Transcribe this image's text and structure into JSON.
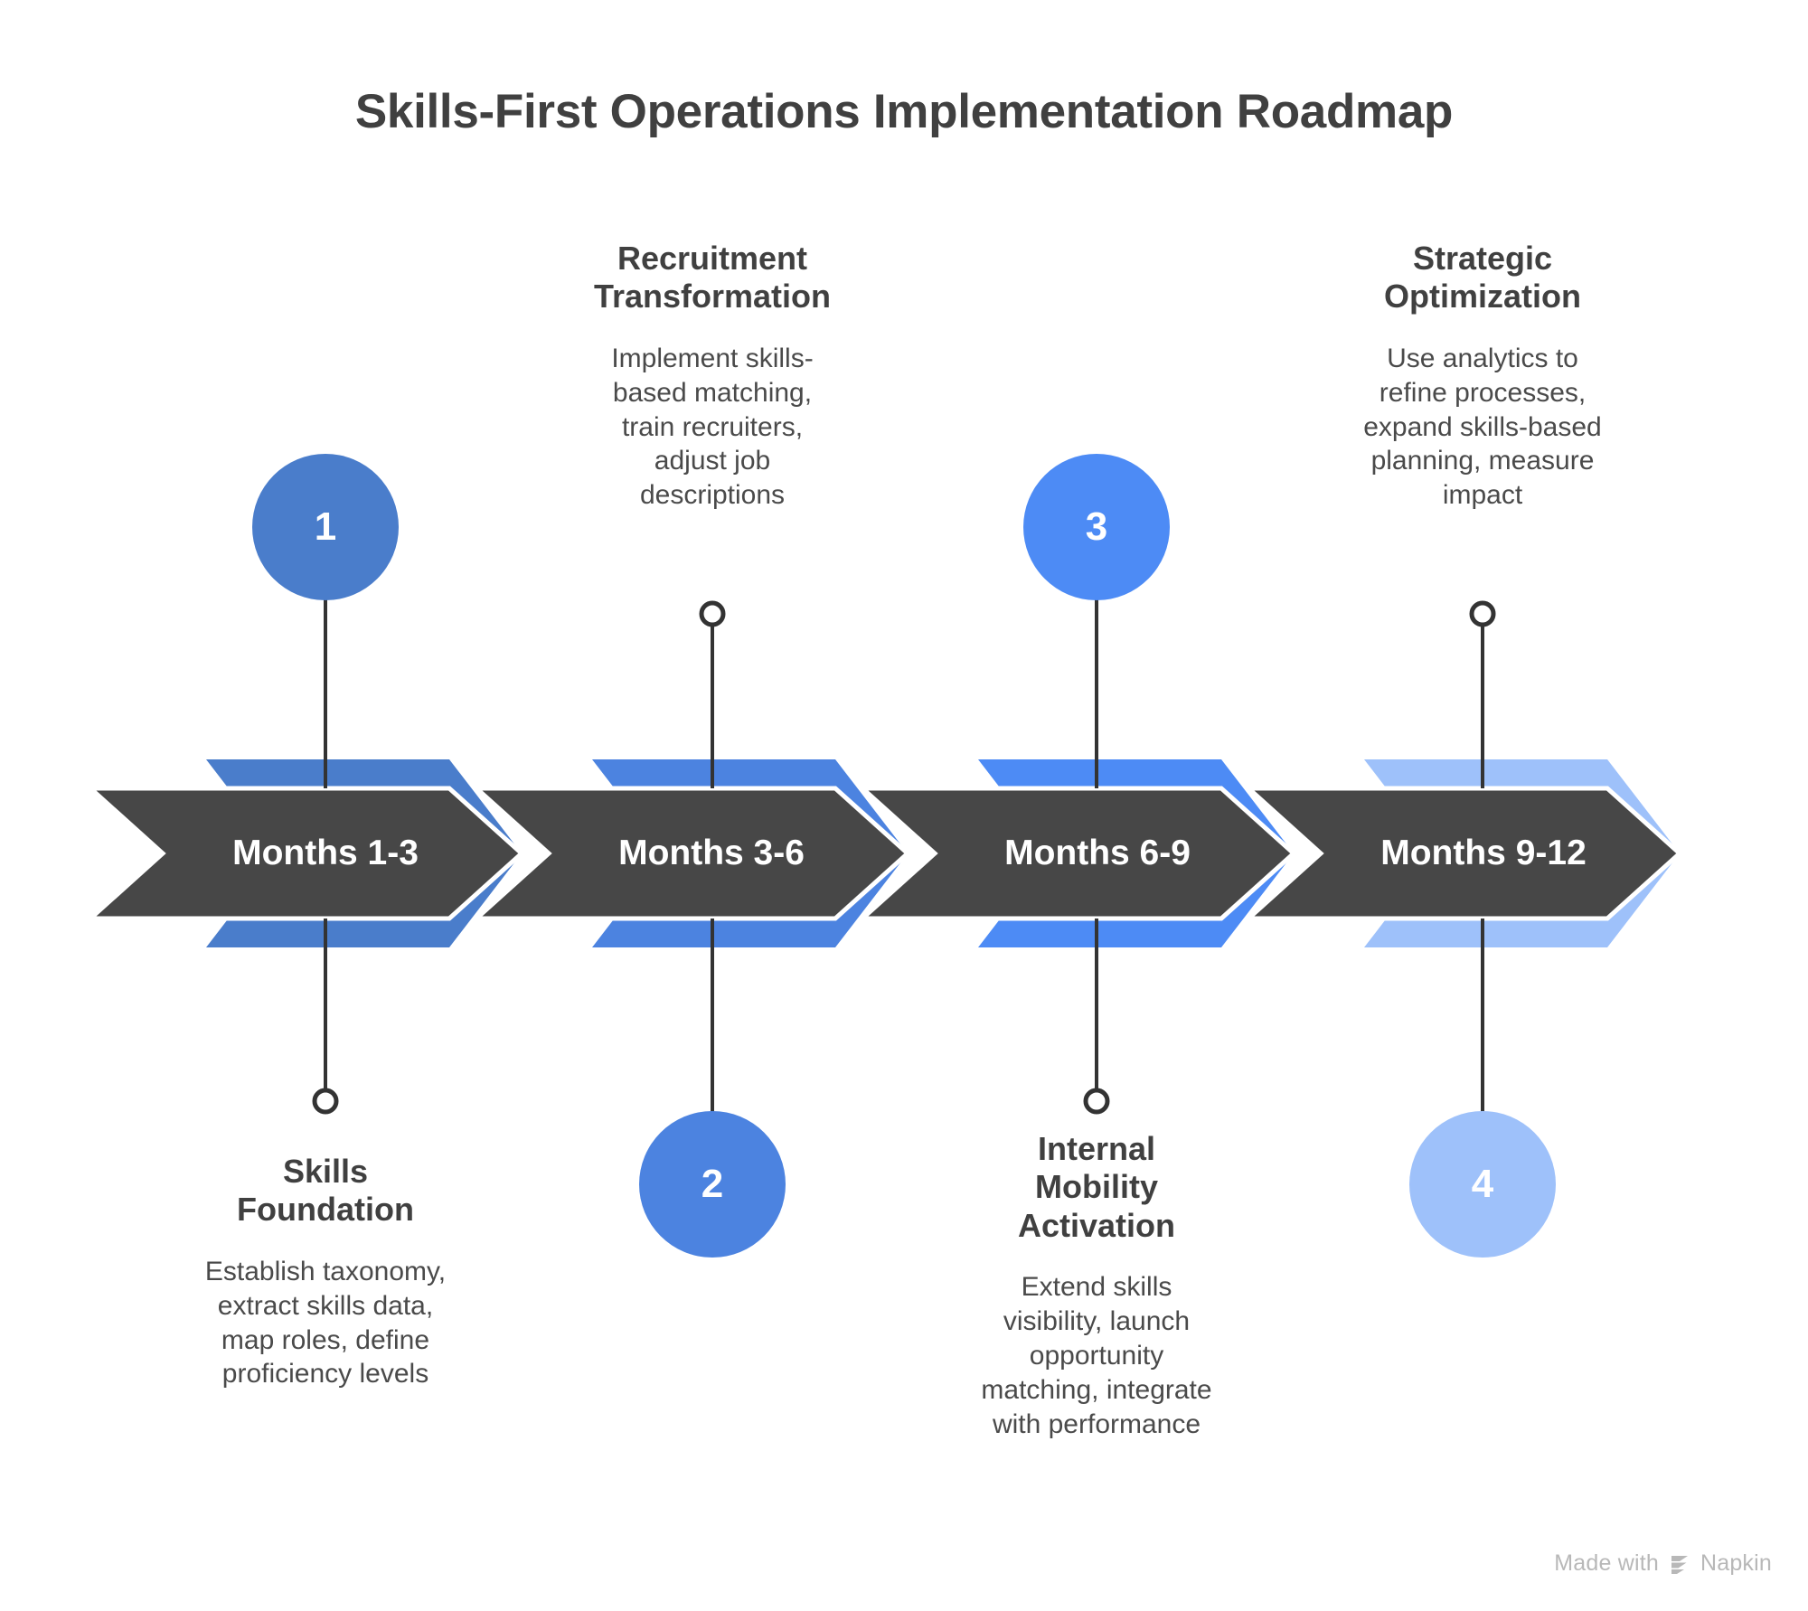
{
  "title": "Skills-First Operations Implementation Roadmap",
  "watermark": {
    "prefix": "Made with",
    "brand": "Napkin",
    "logo_icon": "napkin-logo-icon"
  },
  "colors": {
    "background": "#ffffff",
    "chevron_body": "#474747",
    "chevron_outline": "#ffffff",
    "text_dark": "#404040",
    "text_body": "#4a4a4a",
    "text_on_chevron": "#ffffff",
    "connector_line": "#333333",
    "watermark": "#b8b8b8",
    "stage_blues": [
      "#4a7dcb",
      "#4c83e0",
      "#4d8bf5",
      "#9ec1fa"
    ]
  },
  "stages": [
    {
      "number": "1",
      "period_label": "Months 1-3",
      "heading": "Skills\nFoundation",
      "body": "Establish taxonomy,\nextract skills data,\nmap roles, define\nproficiency levels",
      "accent": "#4a7dcb",
      "side": "bottom"
    },
    {
      "number": "2",
      "period_label": "Months 3-6",
      "heading": "Recruitment\nTransformation",
      "body": "Implement skills-\nbased matching,\ntrain recruiters,\nadjust job\ndescriptions",
      "accent": "#4c83e0",
      "side": "top"
    },
    {
      "number": "3",
      "period_label": "Months 6-9",
      "heading": "Internal\nMobility\nActivation",
      "body": "Extend skills\nvisibility, launch\nopportunity\nmatching, integrate\nwith performance",
      "accent": "#4d8bf5",
      "side": "bottom"
    },
    {
      "number": "4",
      "period_label": "Months 9-12",
      "heading": "Strategic\nOptimization",
      "body": "Use analytics to\nrefine processes,\nexpand skills-based\nplanning, measure\nimpact",
      "accent": "#9ec1fa",
      "side": "top"
    }
  ]
}
